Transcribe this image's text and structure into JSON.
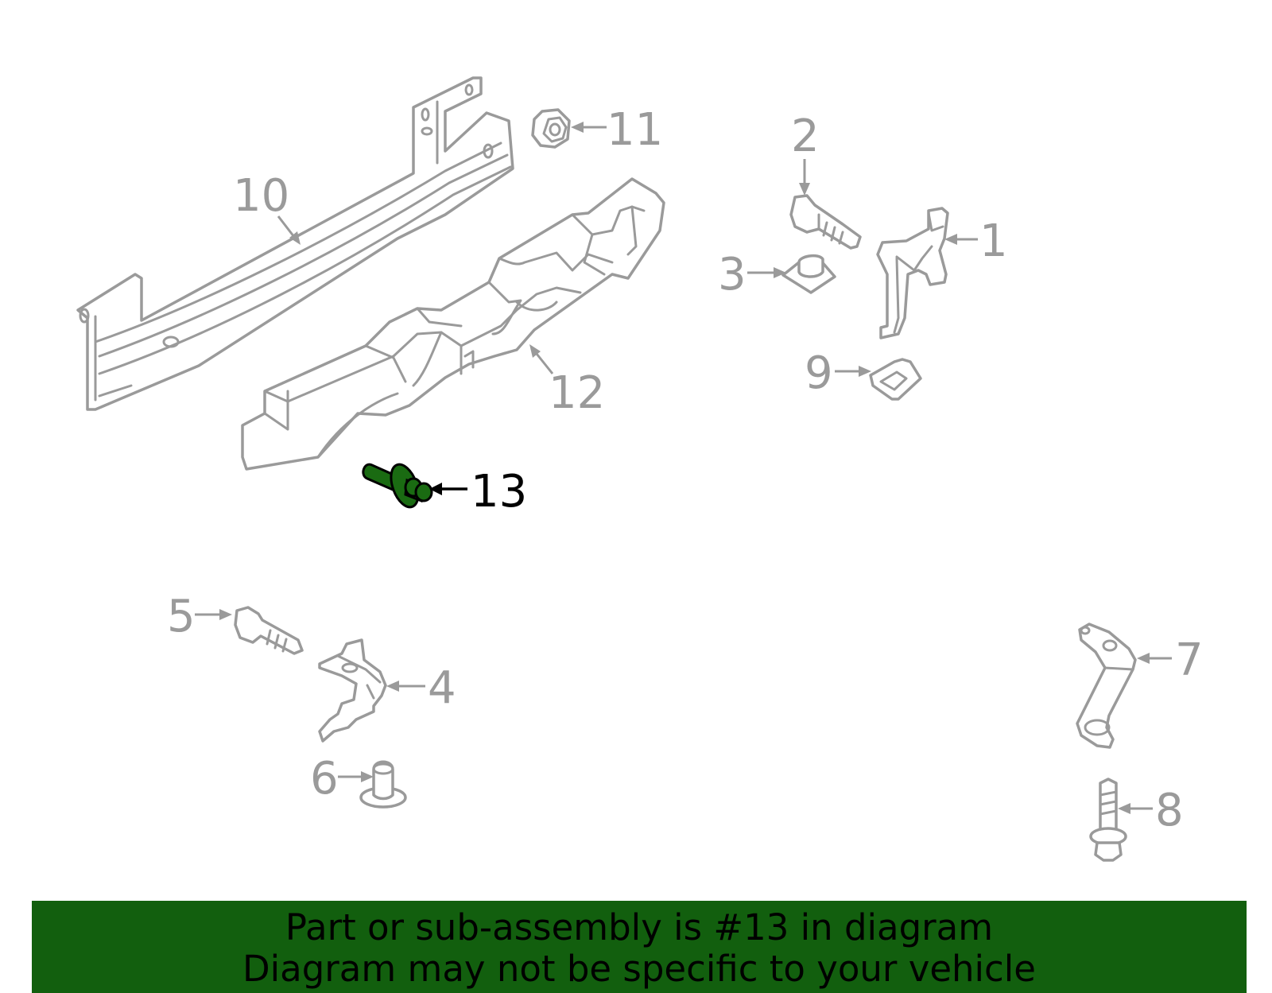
{
  "callouts": [
    {
      "id": "1",
      "label": "1"
    },
    {
      "id": "2",
      "label": "2"
    },
    {
      "id": "3",
      "label": "3"
    },
    {
      "id": "4",
      "label": "4"
    },
    {
      "id": "5",
      "label": "5"
    },
    {
      "id": "6",
      "label": "6"
    },
    {
      "id": "7",
      "label": "7"
    },
    {
      "id": "8",
      "label": "8"
    },
    {
      "id": "9",
      "label": "9"
    },
    {
      "id": "10",
      "label": "10"
    },
    {
      "id": "11",
      "label": "11"
    },
    {
      "id": "12",
      "label": "12"
    },
    {
      "id": "13",
      "label": "13",
      "highlighted": true
    }
  ],
  "highlight_color": "#1a6b12",
  "banner": {
    "line1": "Part or sub-assembly is #13 in diagram",
    "line2": "Diagram may not be specific to your vehicle",
    "background": "#125f0e"
  }
}
